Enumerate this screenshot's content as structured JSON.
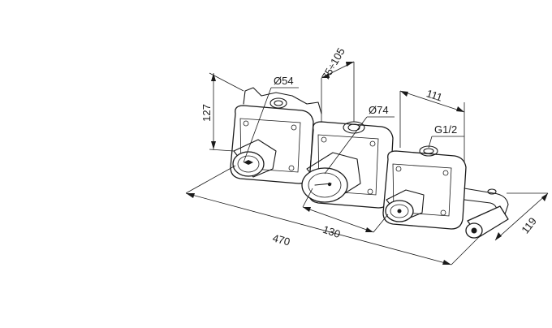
{
  "dimensions": {
    "overall_length": "470",
    "height": "127",
    "depth": "119",
    "knob_pitch": "130",
    "body_spacing": "111",
    "spacing_range": "75÷105",
    "dia_small": "Ø54",
    "dia_large": "Ø74",
    "thread": "G1/2"
  }
}
